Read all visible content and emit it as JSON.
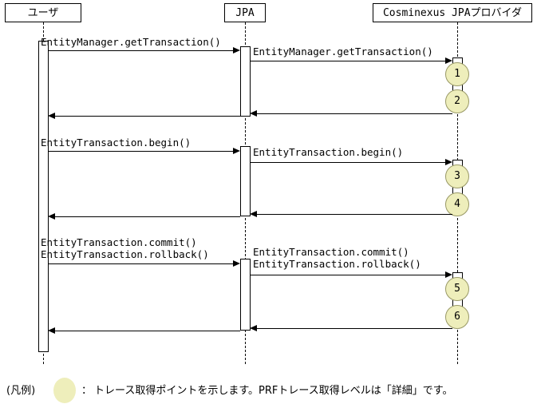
{
  "diagram": {
    "type": "sequence-diagram",
    "actors": [
      {
        "id": "user",
        "label": "ユーザ"
      },
      {
        "id": "jpa",
        "label": "JPA"
      },
      {
        "id": "cosminexus",
        "label": "Cosminexus JPAプロバイダ"
      }
    ],
    "sections": [
      {
        "id": "get-transaction",
        "user_to_jpa": "EntityManager.getTransaction()",
        "jpa_to_provider": "EntityManager.getTransaction()",
        "trace_points": [
          "1",
          "2"
        ]
      },
      {
        "id": "begin",
        "user_to_jpa": "EntityTransaction.begin()",
        "jpa_to_provider": "EntityTransaction.begin()",
        "trace_points": [
          "3",
          "4"
        ]
      },
      {
        "id": "commit-rollback",
        "user_to_jpa_line1": "EntityTransaction.commit()",
        "user_to_jpa_line2": "EntityTransaction.rollback()",
        "jpa_to_provider_line1": "EntityTransaction.commit()",
        "jpa_to_provider_line2": "EntityTransaction.rollback()",
        "trace_points": [
          "5",
          "6"
        ]
      }
    ]
  },
  "legend": {
    "prefix": "(凡例)",
    "separator": "：",
    "text": "トレース取得ポイントを示します。PRFトレース取得レベルは「詳細」です。"
  },
  "colors": {
    "trace_fill": "#eeeebb",
    "trace_stroke": "#999966",
    "line": "#000000",
    "background": "#ffffff"
  }
}
